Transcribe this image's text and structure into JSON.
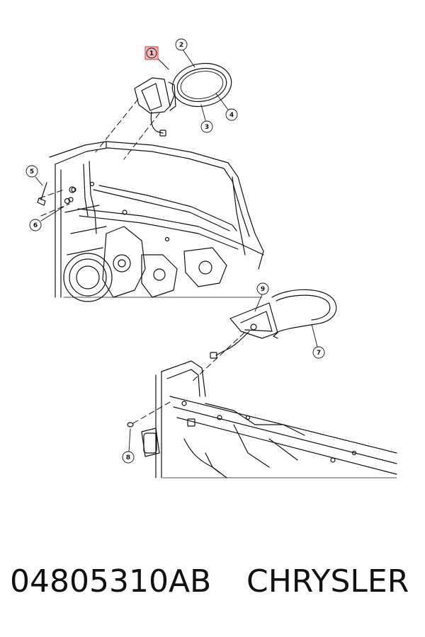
{
  "callouts": [
    {
      "label": "1",
      "highlighted": true
    },
    {
      "label": "2"
    },
    {
      "label": "3"
    },
    {
      "label": "4"
    },
    {
      "label": "5"
    },
    {
      "label": "6"
    },
    {
      "label": "7"
    },
    {
      "label": "8"
    },
    {
      "label": "9"
    }
  ],
  "caption": {
    "part_number": "04805310AB",
    "brand": "CHRYSLER"
  },
  "colors": {
    "line": "#111111",
    "highlight_fill": "#f3b8b8",
    "highlight_stroke": "#d04040"
  }
}
